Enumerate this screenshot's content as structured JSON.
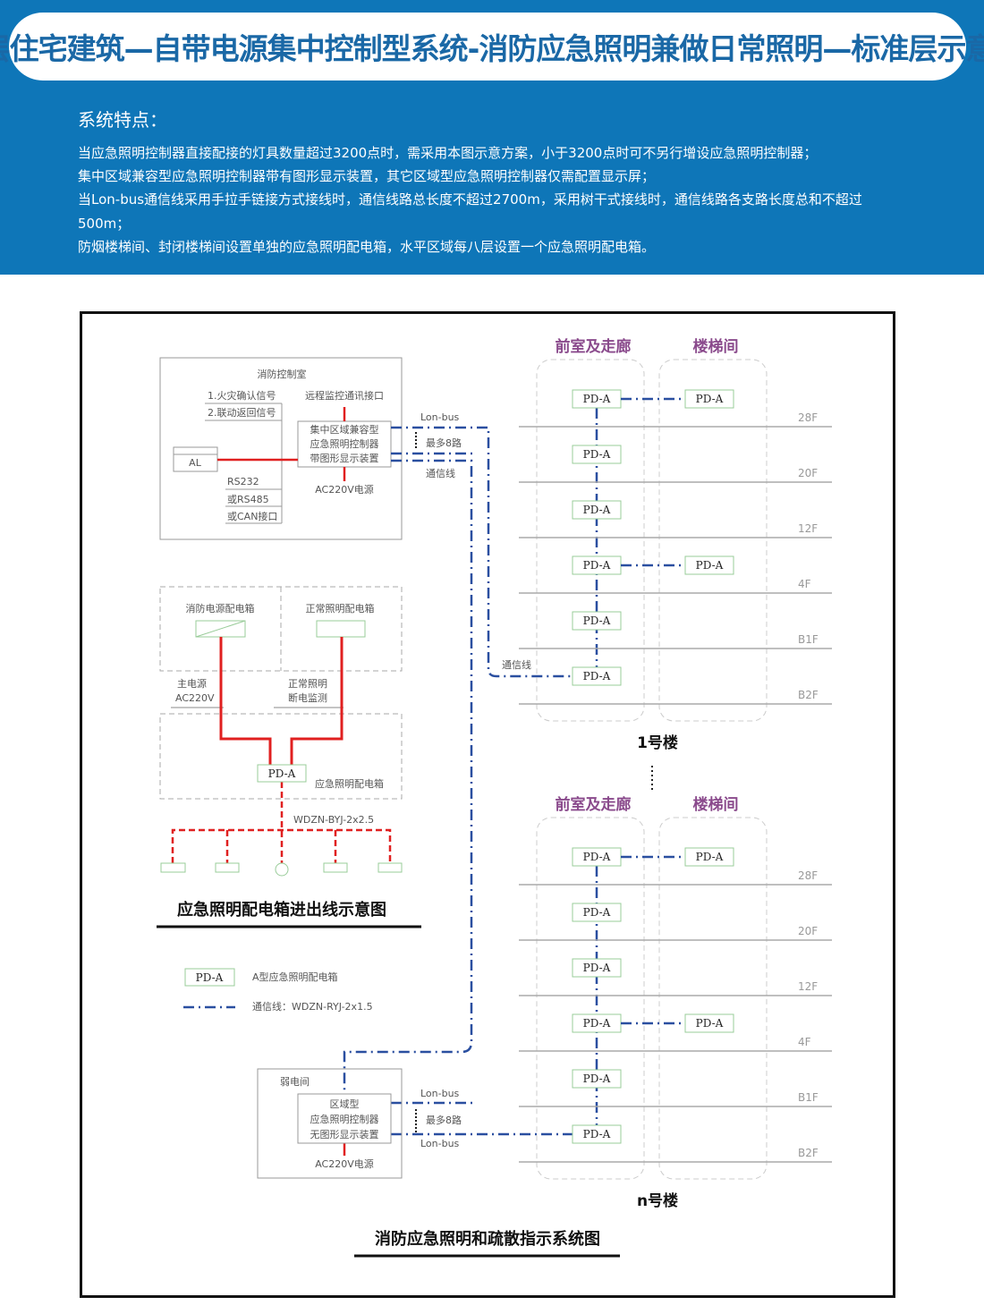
{
  "header": {
    "title": "高层住宅建筑—自带电源集中控制型系统-消防应急照明兼做日常照明—标准层示意图",
    "features_heading": "系统特点：",
    "features": [
      "当应急照明控制器直接配接的灯具数量超过3200点时，需采用本图示意方案，小于3200点时可不另行增设应急照明控制器；",
      "集中区域兼容型应急照明控制器带有图形显示装置，其它区域型应急照明控制器仅需配置显示屏；",
      "当Lon-bus通信线采用手拉手链接方式接线时，通信线路总长度不超过2700m，采用树干式接线时，通信线路各支路长度总和不超过",
      "500m；",
      "防烟楼梯间、封闭楼梯间设置单独的应急照明配电箱，水平区域每八层设置一个应急照明配电箱。"
    ]
  },
  "control_room": {
    "title": "消防控制室",
    "signal1": "1.火灾确认信号",
    "signal2": "2.联动返回信号",
    "remote": "远程监控通讯接口",
    "controller": [
      "集中区域兼容型",
      "应急照明控制器",
      "带图形显示装置"
    ],
    "power": "AC220V电源",
    "al": "AL",
    "iface": [
      "RS232",
      "或RS485",
      "或CAN接口"
    ],
    "lonbus": "Lon-bus",
    "max": "最多8路",
    "comm": "通信线",
    "comm2": "通信线"
  },
  "distribution": {
    "fire_box": "消防电源配电箱",
    "normal_box": "正常照明配电箱",
    "main_power": [
      "主电源",
      "AC220V"
    ],
    "normal_monitor": [
      "正常照明",
      "断电监测"
    ],
    "pd": "PD-A",
    "emergency_box": "应急照明配电箱",
    "cable": "WDZN-BYJ-2x2.5",
    "caption": "应急照明配电箱进出线示意图"
  },
  "legend": {
    "pd": "PD-A",
    "pd_desc": "A型应急照明配电箱",
    "line_desc": "通信线：WDZN-RYJ-2x1.5"
  },
  "weak_room": {
    "title": "弱电间",
    "controller": [
      "区域型",
      "应急照明控制器",
      "无图形显示装置"
    ],
    "power": "AC220V电源",
    "lonbus1": "Lon-bus",
    "lonbus2": "Lon-bus",
    "max": "最多8路"
  },
  "buildings": [
    {
      "name": "1号楼",
      "col1": "前室及走廊",
      "col2": "楼梯间",
      "floors": [
        "28F",
        "20F",
        "12F",
        "4F",
        "B1F",
        "B2F"
      ],
      "stair_pd_floors": [
        0,
        3
      ]
    },
    {
      "name": "n号楼",
      "col1": "前室及走廊",
      "col2": "楼梯间",
      "floors": [
        "28F",
        "20F",
        "12F",
        "4F",
        "B1F",
        "B2F"
      ],
      "stair_pd_floors": [
        0,
        3
      ]
    }
  ],
  "pd_label": "PD-A",
  "system_caption": "消防应急照明和疏散指示系统图",
  "colors": {
    "header": "#0e76b8",
    "power": "#e02020",
    "comm": "#2a4fa0",
    "heading": "#8a4a8c"
  }
}
